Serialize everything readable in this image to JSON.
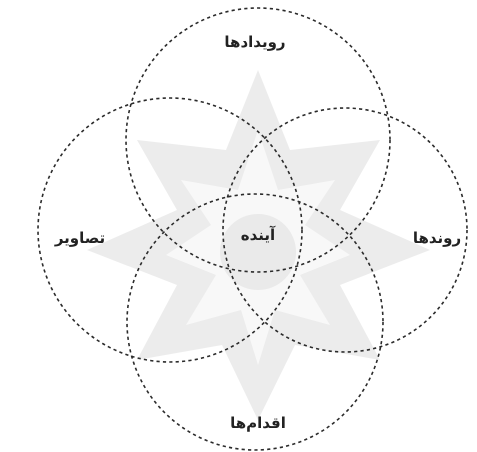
{
  "diagram": {
    "labels": {
      "top": "رویدادها",
      "left": "تصاویر",
      "right": "روندها",
      "bottom": "اقدام‌ها",
      "center": "آینده"
    },
    "colors": {
      "stroke": "#2b2b2b",
      "ornament": "#dcdcdc",
      "text": "#222222"
    }
  }
}
